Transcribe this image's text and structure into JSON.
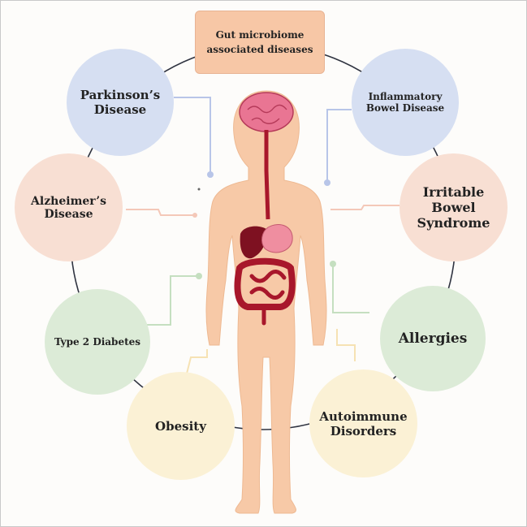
{
  "title": "Gut microbiome associated diseases",
  "diseases": {
    "parkinsons": "Parkinson’s Disease",
    "ibd": "Inflammatory Bowel Disease",
    "alzheimers": "Alzheimer’s Disease",
    "ibs": "Irritable Bowel Syndrome",
    "diabetes": "Type 2 Diabetes",
    "allergies": "Allergies",
    "obesity": "Obesity",
    "autoimmune": "Autoimmune Disorders"
  },
  "colors": {
    "blue": "#d6dff2",
    "peach": "#f8dfd3",
    "green": "#dcebd7",
    "yellow": "#fbf1d5",
    "title_box": "#f7c7a6",
    "skin": "#f7c9a7",
    "organ_red": "#a8172b",
    "brain_pink": "#e97593"
  },
  "icons": [
    "human-body-icon",
    "brain-icon",
    "stomach-icon",
    "liver-icon",
    "intestine-icon"
  ]
}
